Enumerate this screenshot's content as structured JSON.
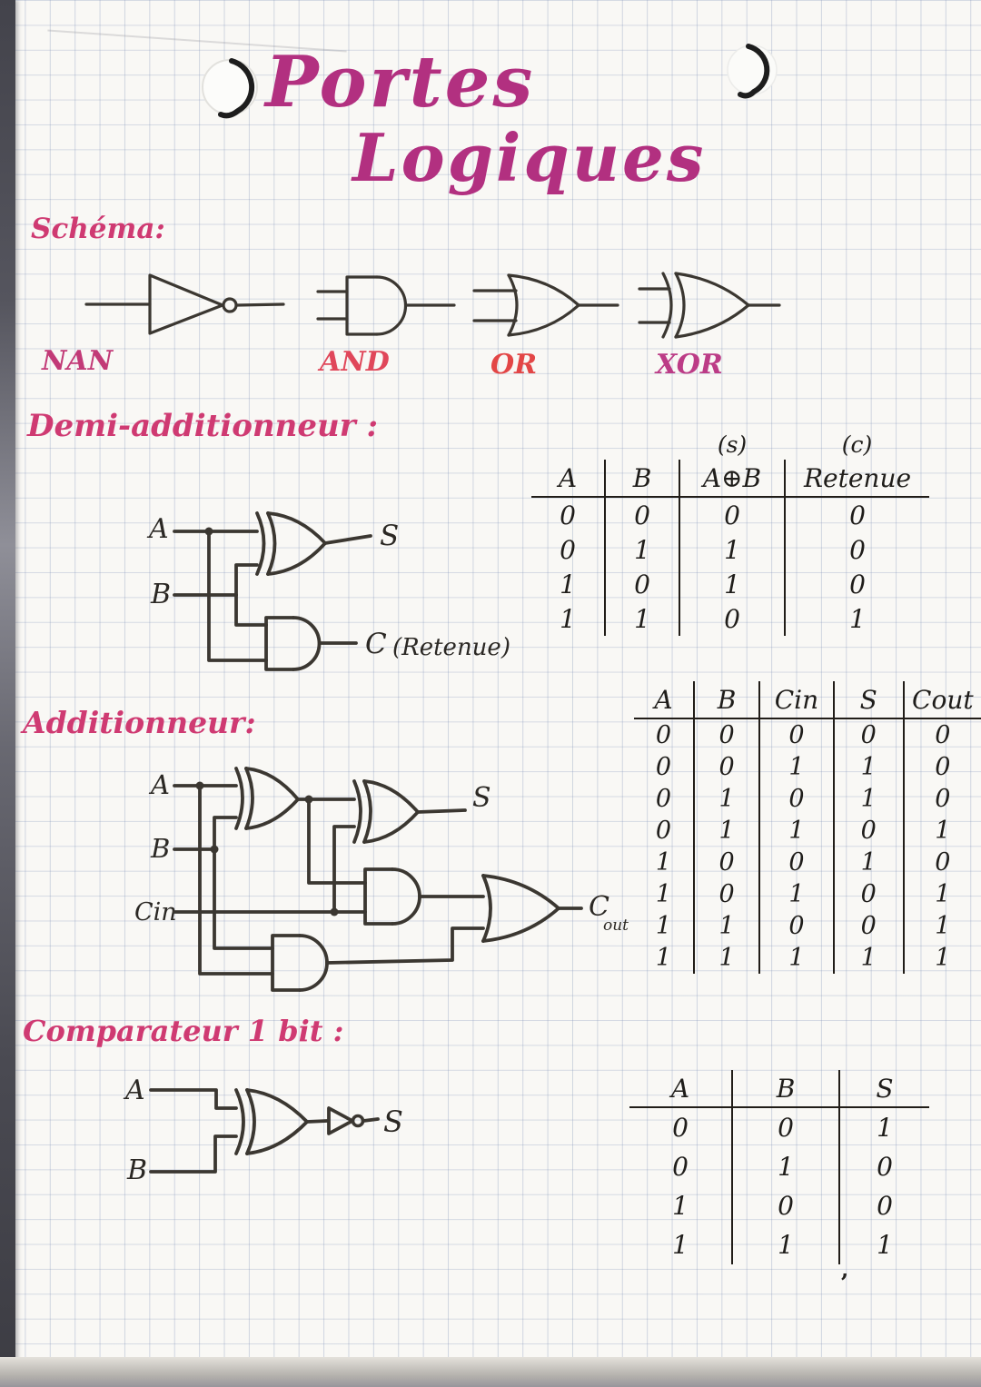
{
  "title": {
    "line1": "Portes",
    "line2": "Logiques"
  },
  "schema": {
    "heading": "Schéma:",
    "gate_labels": [
      "NAN",
      "AND",
      "OR",
      "XOR"
    ]
  },
  "half_adder": {
    "heading": "Demi-additionneur :",
    "labels": {
      "a": "A",
      "b": "B",
      "s": "S",
      "c": "C",
      "c_note": "(Retenue)"
    },
    "table": {
      "super": [
        "",
        "",
        "(s)",
        "(c)"
      ],
      "headers": [
        "A",
        "B",
        "A⊕B",
        "Retenue"
      ],
      "rows": [
        [
          "0",
          "0",
          "0",
          "0"
        ],
        [
          "0",
          "1",
          "1",
          "0"
        ],
        [
          "1",
          "0",
          "1",
          "0"
        ],
        [
          "1",
          "1",
          "0",
          "1"
        ]
      ]
    }
  },
  "adder": {
    "heading": "Additionneur:",
    "labels": {
      "a": "A",
      "b": "B",
      "cin": "Cin",
      "s": "S",
      "cout": "C",
      "cout_sub": "out"
    },
    "table": {
      "headers": [
        "A",
        "B",
        "Cin",
        "S",
        "Cout"
      ],
      "rows": [
        [
          "0",
          "0",
          "0",
          "0",
          "0"
        ],
        [
          "0",
          "0",
          "1",
          "1",
          "0"
        ],
        [
          "0",
          "1",
          "0",
          "1",
          "0"
        ],
        [
          "0",
          "1",
          "1",
          "0",
          "1"
        ],
        [
          "1",
          "0",
          "0",
          "1",
          "0"
        ],
        [
          "1",
          "0",
          "1",
          "0",
          "1"
        ],
        [
          "1",
          "1",
          "0",
          "0",
          "1"
        ],
        [
          "1",
          "1",
          "1",
          "1",
          "1"
        ]
      ]
    }
  },
  "comparator": {
    "heading": "Comparateur 1 bit :",
    "labels": {
      "a": "A",
      "b": "B",
      "s": "S"
    },
    "table": {
      "headers": [
        "A",
        "B",
        "S"
      ],
      "rows": [
        [
          "0",
          "0",
          "1"
        ],
        [
          "0",
          "1",
          "0"
        ],
        [
          "1",
          "0",
          "0"
        ],
        [
          "1",
          "1",
          "1"
        ]
      ]
    }
  },
  "misc": {
    "stray_mark": "’"
  },
  "colors": {
    "title": "#b23080",
    "heading": "#cf3a72",
    "label_nan": "#c23a77",
    "label_and": "#e0475a",
    "label_or": "#e34646",
    "label_xor": "#bc3c86",
    "ink": "#3b3731",
    "grid": "#8294b9"
  }
}
